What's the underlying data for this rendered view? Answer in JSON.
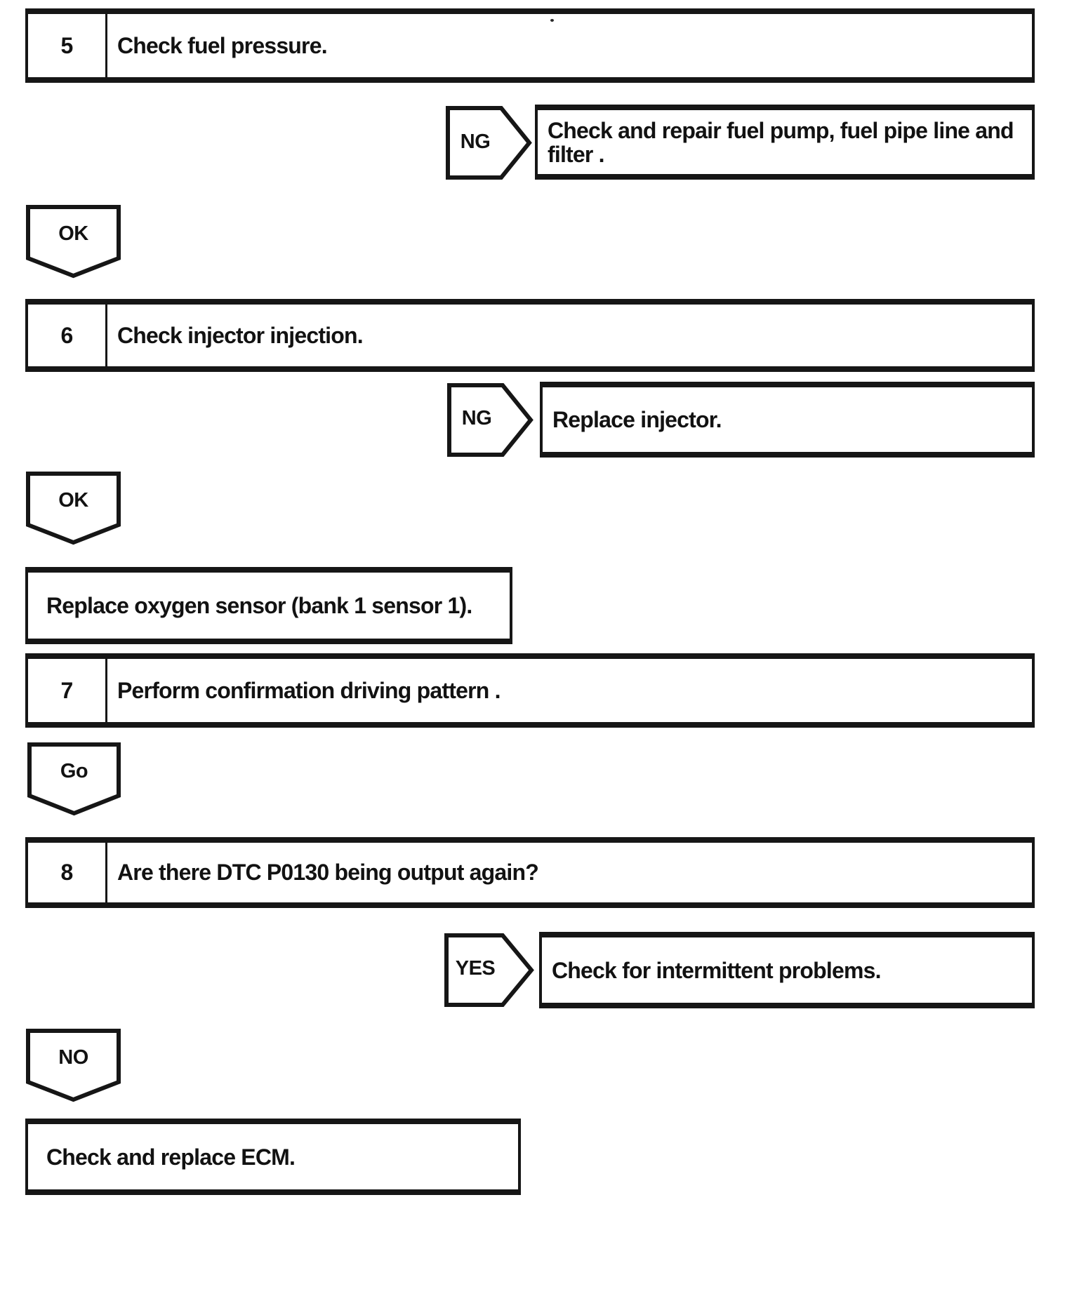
{
  "page": {
    "background": "#ffffff",
    "ink": "#161616"
  },
  "flowchart": {
    "nodes": [
      {
        "id": "step5",
        "type": "step",
        "number": "5",
        "label": "Check fuel pressure."
      },
      {
        "id": "ng1",
        "type": "decision-right",
        "label": "NG"
      },
      {
        "id": "ng1-result",
        "type": "result",
        "label": "Check and repair fuel pump, fuel pipe line and filter ."
      },
      {
        "id": "ok1",
        "type": "decision-down",
        "label": "OK"
      },
      {
        "id": "step6",
        "type": "step",
        "number": "6",
        "label": "Check injector injection."
      },
      {
        "id": "ng2",
        "type": "decision-right",
        "label": "NG"
      },
      {
        "id": "ng2-result",
        "type": "result",
        "label": "Replace injector."
      },
      {
        "id": "ok2",
        "type": "decision-down",
        "label": "OK"
      },
      {
        "id": "oxygen-result",
        "type": "result",
        "label": "Replace oxygen sensor (bank 1 sensor 1)."
      },
      {
        "id": "step7",
        "type": "step",
        "number": "7",
        "label": "Perform confirmation driving pattern ."
      },
      {
        "id": "go",
        "type": "decision-down",
        "label": "Go"
      },
      {
        "id": "step8",
        "type": "step",
        "number": "8",
        "label": "Are there DTC P0130 being output again?"
      },
      {
        "id": "yes",
        "type": "decision-right",
        "label": "YES"
      },
      {
        "id": "yes-result",
        "type": "result",
        "label": "Check for intermittent problems."
      },
      {
        "id": "no",
        "type": "decision-down",
        "label": "NO"
      },
      {
        "id": "ecm-result",
        "type": "result",
        "label": "Check and replace ECM."
      }
    ]
  }
}
